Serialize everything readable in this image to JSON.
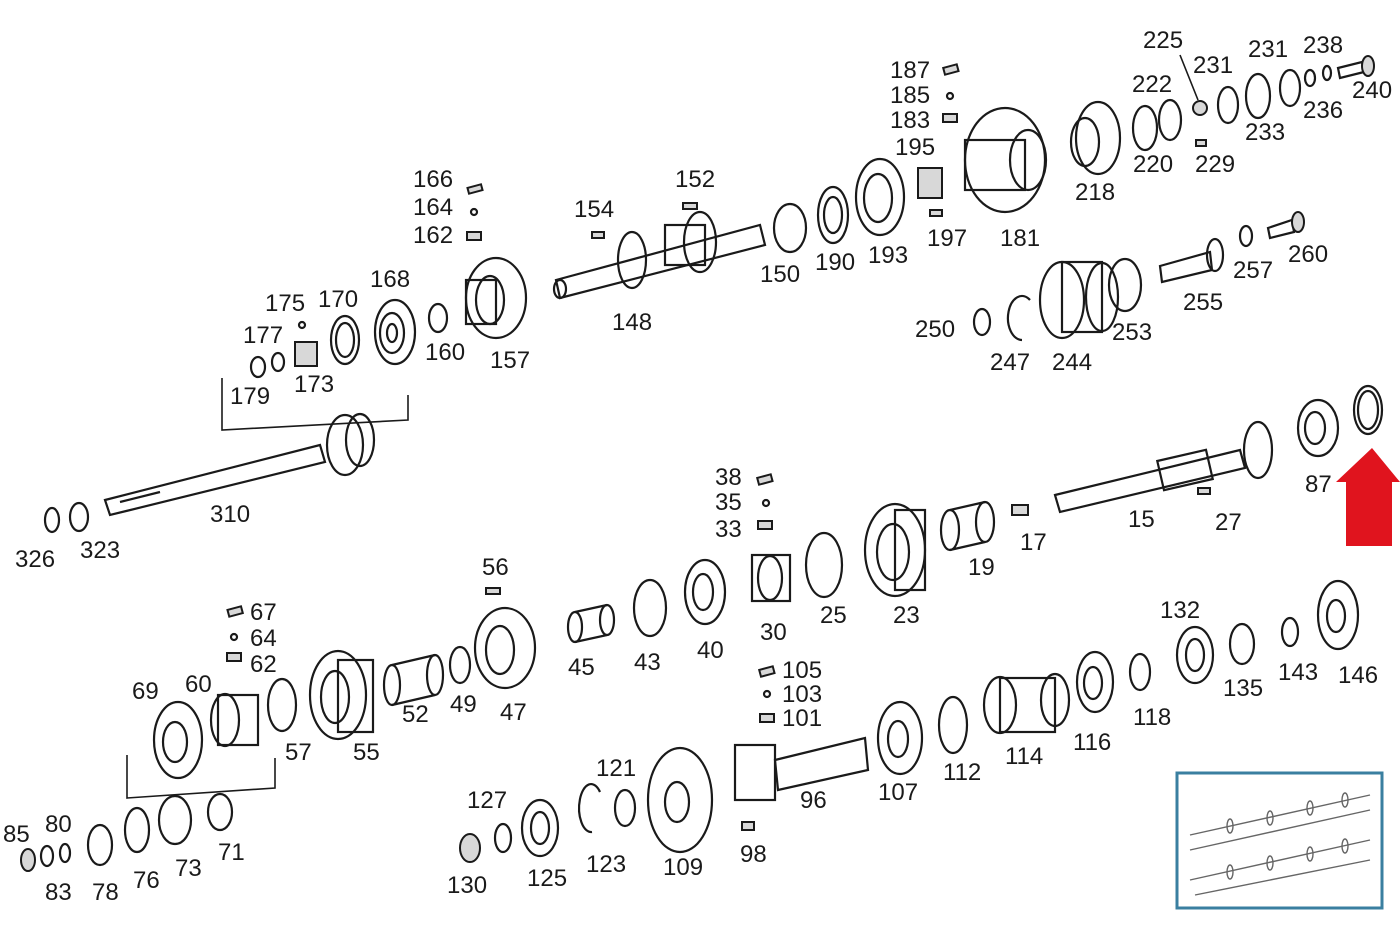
{
  "diagram": {
    "labels": [
      "326",
      "323",
      "310",
      "179",
      "177",
      "175",
      "173",
      "170",
      "168",
      "166",
      "164",
      "162",
      "160",
      "157",
      "154",
      "152",
      "148",
      "150",
      "190",
      "193",
      "195",
      "187",
      "185",
      "183",
      "197",
      "181",
      "218",
      "225",
      "222",
      "220",
      "231",
      "229",
      "233",
      "238",
      "236",
      "240",
      "250",
      "247",
      "244",
      "253",
      "255",
      "257",
      "260",
      "87",
      "15",
      "17",
      "27",
      "19",
      "23",
      "25",
      "30",
      "38",
      "35",
      "33",
      "40",
      "43",
      "45",
      "47",
      "49",
      "52",
      "55",
      "56",
      "57",
      "60",
      "62",
      "64",
      "67",
      "69",
      "71",
      "73",
      "76",
      "78",
      "80",
      "83",
      "85",
      "96",
      "98",
      "101",
      "103",
      "105",
      "107",
      "109",
      "112",
      "114",
      "116",
      "118",
      "121",
      "123",
      "125",
      "127",
      "130",
      "132",
      "135",
      "143",
      "146"
    ],
    "arrow_color": "#e0141e",
    "line_color": "#1a1a1a",
    "inset_frame_color": "#3a7fa0"
  }
}
